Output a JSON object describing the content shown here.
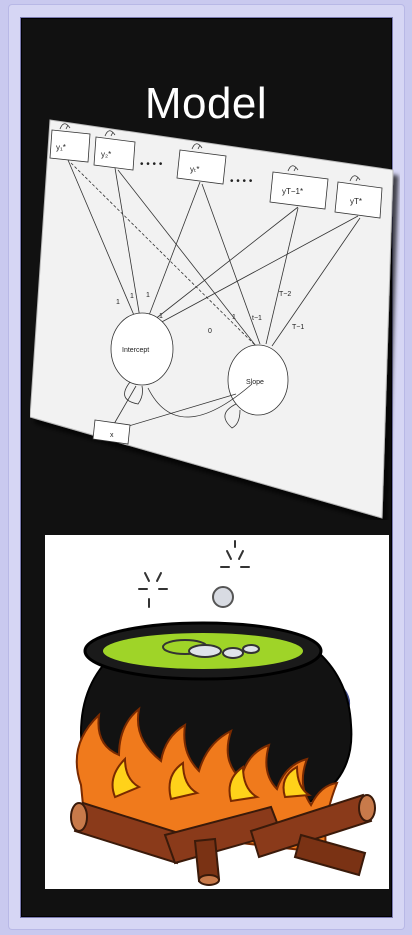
{
  "slide": {
    "title": "Model"
  },
  "diagram": {
    "observed": [
      "y₁*",
      "y₂*",
      "yₜ*",
      "yT−1*",
      "yT*"
    ],
    "dots": [
      "• • • •",
      "• • • •"
    ],
    "latent": [
      "Intercept",
      "Slope"
    ],
    "covariate": "x",
    "loadings": [
      "1",
      "1",
      "1",
      "1",
      "1",
      "0",
      "t−1",
      "T−2",
      "T−1"
    ]
  },
  "illustration": {
    "subject": "cauldron-over-fire"
  }
}
